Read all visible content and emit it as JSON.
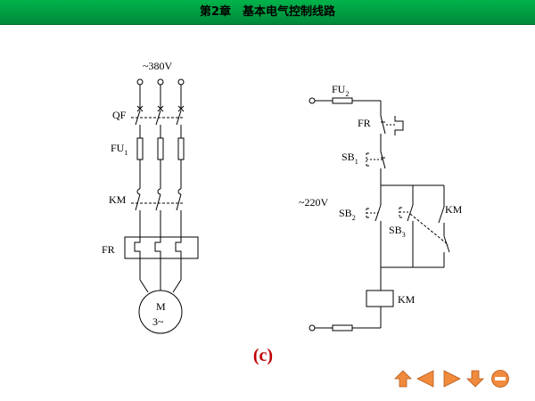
{
  "header": {
    "title": "第2章　基本电气控制线路"
  },
  "main_circuit": {
    "supply": "~380V",
    "qf": "QF",
    "fu1": "FU",
    "fu1_sub": "1",
    "km": "KM",
    "fr": "FR",
    "motor": "M",
    "motor_phase": "3~"
  },
  "control_circuit": {
    "fu2": "FU",
    "fu2_sub": "2",
    "fr": "FR",
    "sb1": "SB",
    "sb1_sub": "1",
    "voltage": "~220V",
    "sb2": "SB",
    "sb2_sub": "2",
    "sb3": "SB",
    "sb3_sub": "3",
    "km_contact": "KM",
    "km_coil": "KM"
  },
  "caption": "(c)",
  "colors": {
    "header": "#00a040",
    "caption": "#c00000",
    "nav": "#f08a3c"
  },
  "nav": {
    "icons": [
      "arrow-up-icon",
      "arrow-left-icon",
      "arrow-right-icon",
      "arrow-down-icon",
      "exit-icon"
    ]
  }
}
